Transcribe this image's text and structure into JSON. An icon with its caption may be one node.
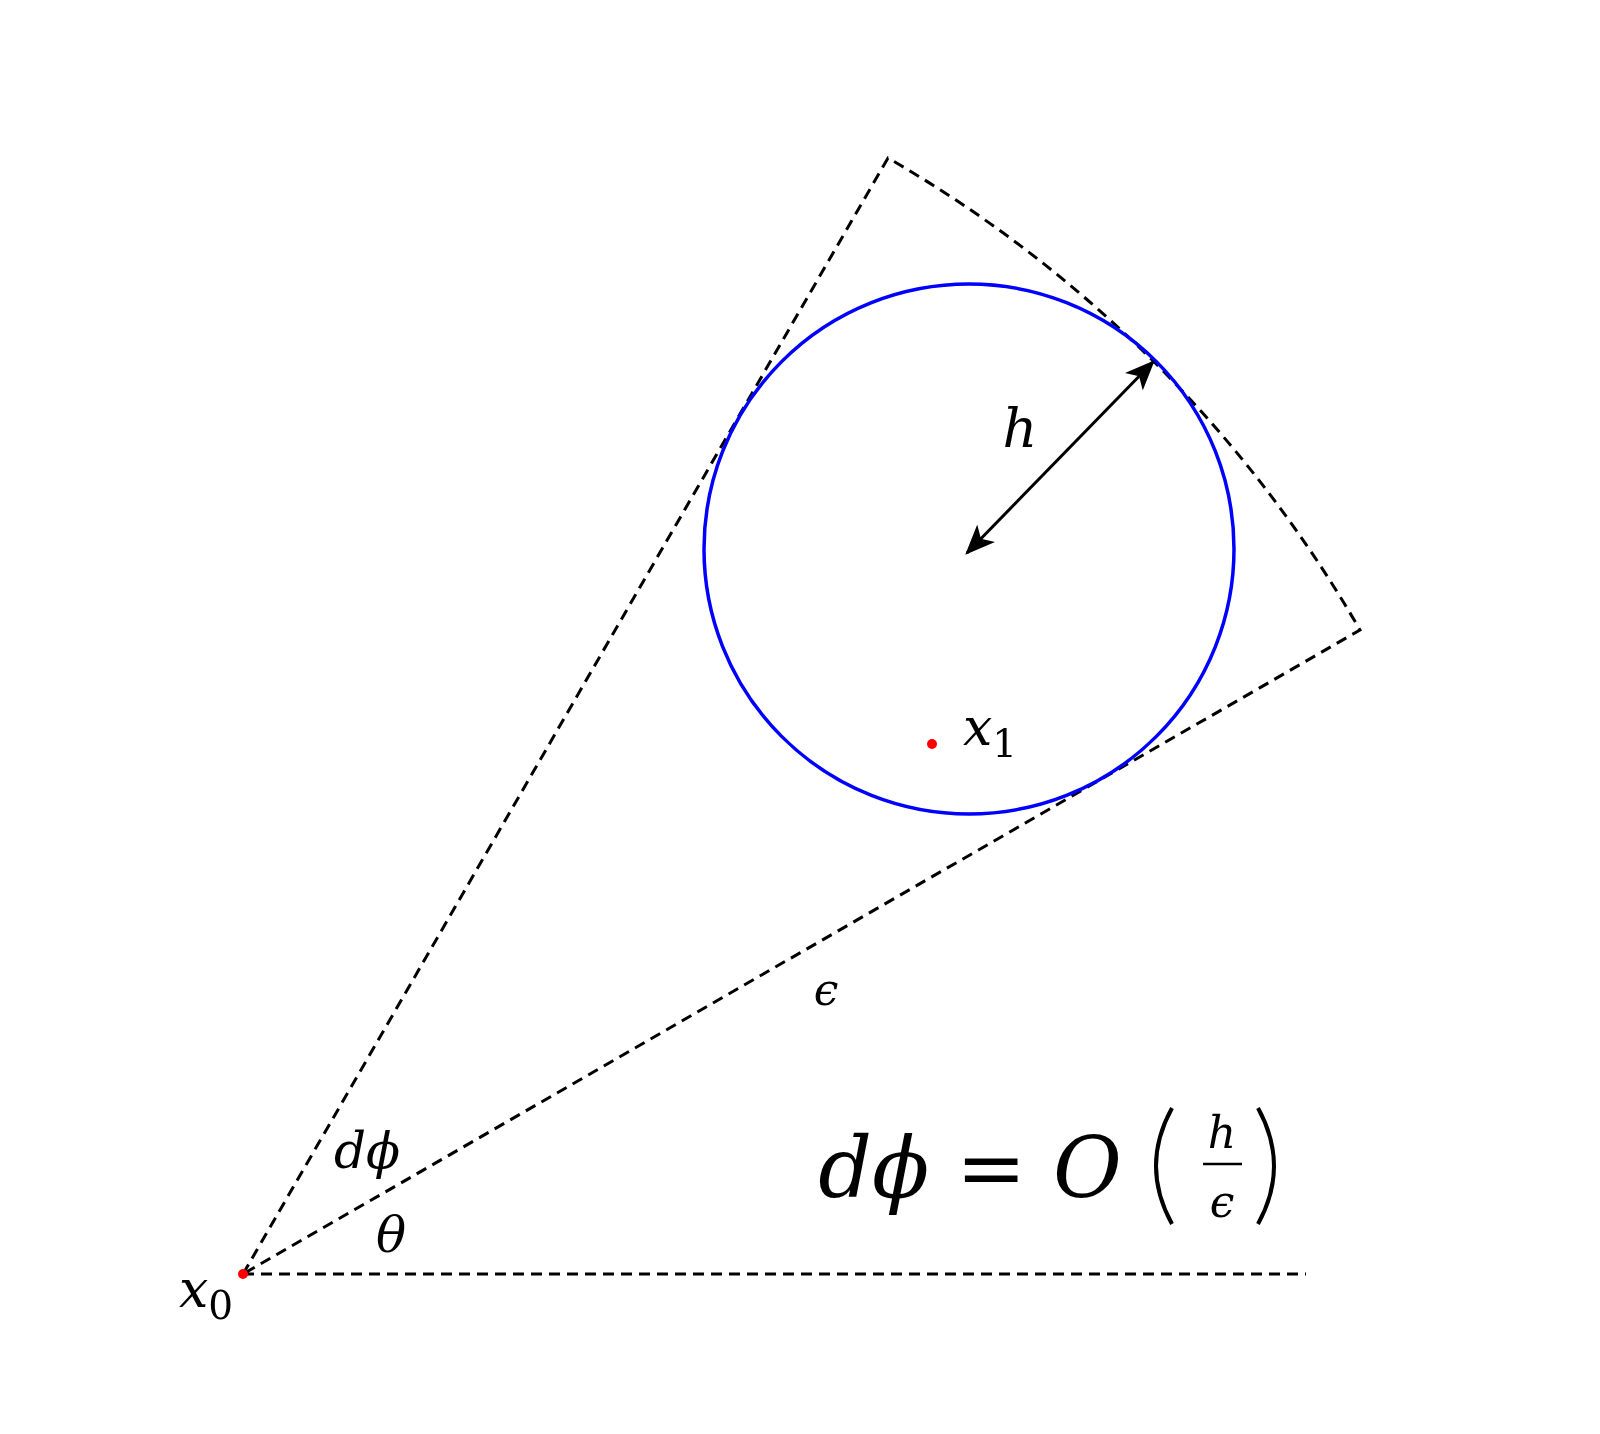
{
  "diagram": {
    "labels": [
      "h",
      "x$_{1}$",
      "ϵ",
      "dϕ",
      "dϕ = O",
      "h",
      "ϵ",
      "θ",
      "x$_{0}$"
    ]
  }
}
